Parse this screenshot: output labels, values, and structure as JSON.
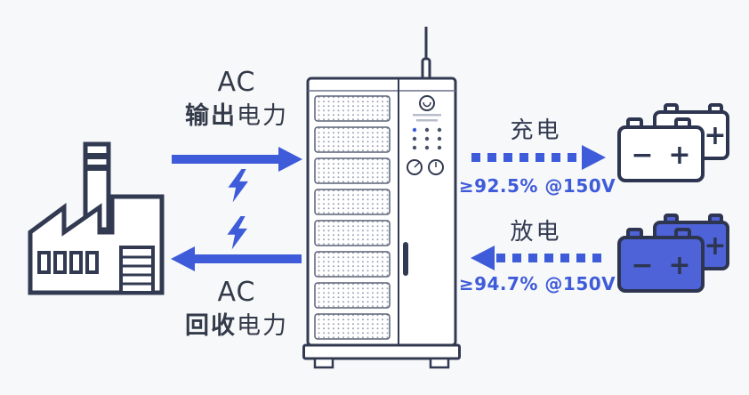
{
  "canvas": {
    "background": "#f7f8f9"
  },
  "colors": {
    "accent_blue": "#3e5bd9",
    "outline_navy": "#323a52",
    "battery_blue": "#4d63d7",
    "text_dark": "#333a49"
  },
  "flows": {
    "ac_output": {
      "prefix": "AC",
      "emphasis": "输出",
      "suffix": "电力",
      "direction": "right"
    },
    "ac_return": {
      "prefix": "AC",
      "emphasis": "回收",
      "suffix": "电力",
      "direction": "left"
    },
    "charge": {
      "label": "充电",
      "efficiency": "≥92.5% @150V",
      "direction": "right",
      "style": "dashed"
    },
    "discharge": {
      "label": "放电",
      "efficiency": "≥94.7% @150V",
      "direction": "left",
      "style": "dashed"
    }
  },
  "battery_marks": {
    "plus": "+",
    "minus": "−"
  },
  "icons": {
    "factory": "factory building outline",
    "cabinet": "battery test system cabinet with antenna",
    "lightning": "power transfer lightning bolt",
    "battery_pack_outline": "battery pack being charged (outline)",
    "battery_pack_filled": "battery pack discharging (blue filled)"
  }
}
